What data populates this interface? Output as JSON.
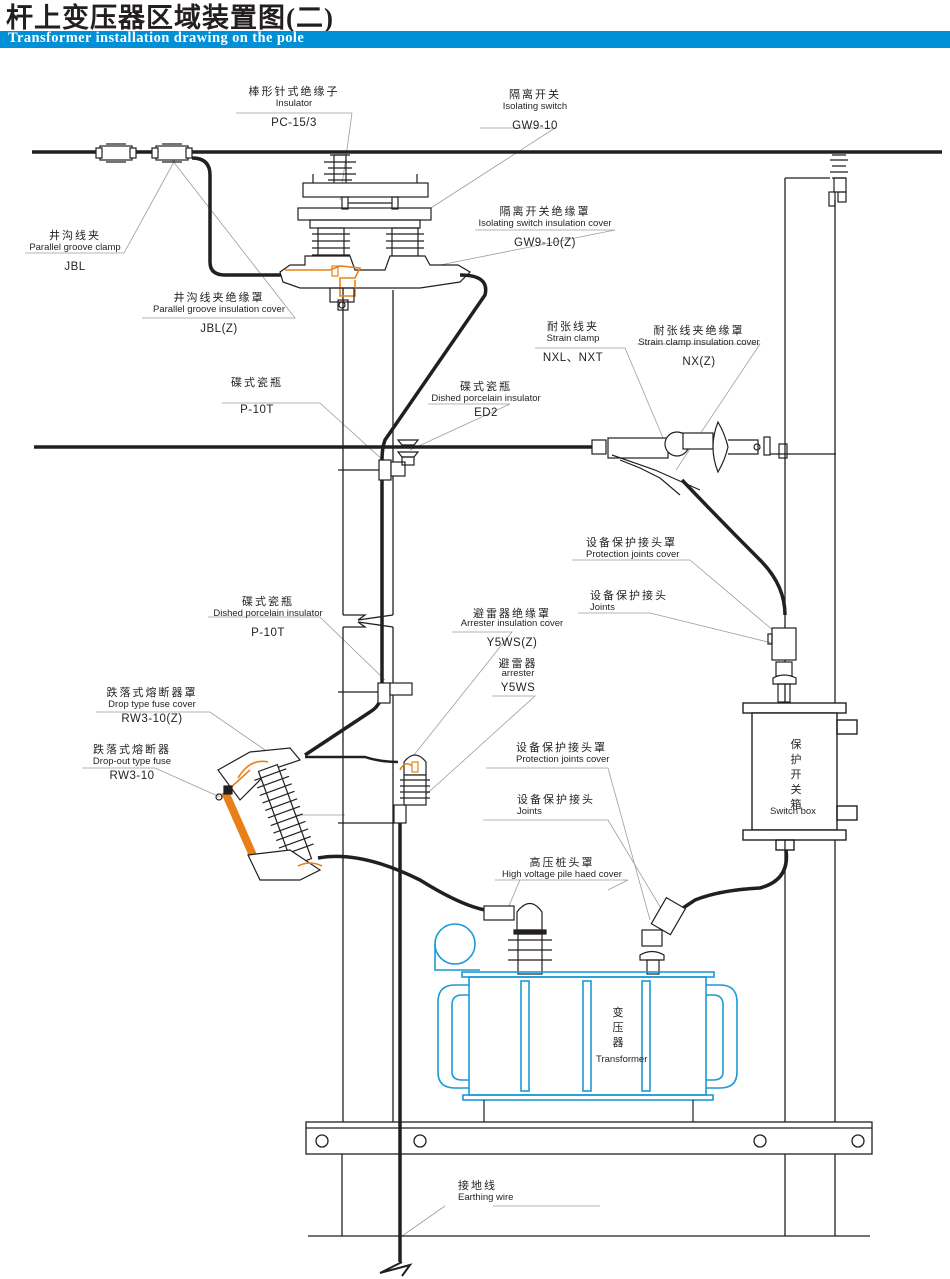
{
  "header": {
    "title_cn": "杆上变压器区域装置图(二)",
    "title_en": "Transformer installation drawing on the pole",
    "accent_color": "#0090d8"
  },
  "colors": {
    "line": "#231f20",
    "leader": "#9d9d9d",
    "fuse_accent": "#e8801a",
    "transformer": "#1a9ad6"
  },
  "components": {
    "insulator": {
      "cn": "棒形针式绝缘子",
      "en": "Insulator",
      "model": "PC-15/3"
    },
    "isolating_switch": {
      "cn": "隔离开关",
      "en": "Isolating  switch",
      "model": "GW9-10"
    },
    "isolating_switch_cover": {
      "cn": "隔离开关绝缘罩",
      "en": "Isolating switch insulation cover",
      "model": "GW9-10(Z)"
    },
    "parallel_groove_clamp": {
      "cn": "井沟线夹",
      "en": "Parallel groove clamp",
      "model": "JBL"
    },
    "parallel_groove_cover": {
      "cn": "井沟线夹绝缘罩",
      "en": "Parallel groove insulation cover",
      "model": "JBL(Z)"
    },
    "strain_clamp": {
      "cn": "耐张线夹",
      "en": "Strain clamp",
      "model": "NXL、NXT"
    },
    "strain_clamp_cover": {
      "cn": "耐张线夹绝缘罩",
      "en": "Strain clamp insulation cover",
      "model": "NX(Z)"
    },
    "dished_insulator_upper_left": {
      "cn": "碟式瓷瓶",
      "en": "",
      "model": "P-10T"
    },
    "dished_insulator_upper_right": {
      "cn": "碟式瓷瓶",
      "en": "Dished porcelain insulator",
      "model": "ED2"
    },
    "protection_joints_cover_upper": {
      "cn": "设备保护接头罩",
      "en": "Protection joints cover"
    },
    "joints_upper": {
      "cn": "设备保护接头",
      "en": "Joints"
    },
    "dished_insulator_lower": {
      "cn": "碟式瓷瓶",
      "en": "Dished porcelain insulator",
      "model": "P-10T"
    },
    "arrester_cover": {
      "cn": "避雷器绝缘罩",
      "en": "Arrester insulation cover",
      "model": "Y5WS(Z)"
    },
    "arrester": {
      "cn": "避雷器",
      "en": "arrester",
      "model": "Y5WS"
    },
    "drop_fuse_cover": {
      "cn": "跌落式熔断器罩",
      "en": "Drop type fuse cover",
      "model": "RW3-10(Z)"
    },
    "drop_out_fuse": {
      "cn": "跌落式熔断器",
      "en": "Drop-out type fuse",
      "model": "RW3-10"
    },
    "protection_joints_cover_lower": {
      "cn": "设备保护接头罩",
      "en": "Protection joints cover"
    },
    "joints_lower": {
      "cn": "设备保护接头",
      "en": "Joints"
    },
    "hv_pile_head_cover": {
      "cn": "高压桩头罩",
      "en": "High voltage pile haed cover"
    },
    "switch_box": {
      "cn": "保护开关箱",
      "en": "Switch box"
    },
    "transformer": {
      "cn": "变压器",
      "en": "Transformer"
    },
    "earthing_wire": {
      "cn": "接地线",
      "en": "Earthing wire"
    }
  }
}
